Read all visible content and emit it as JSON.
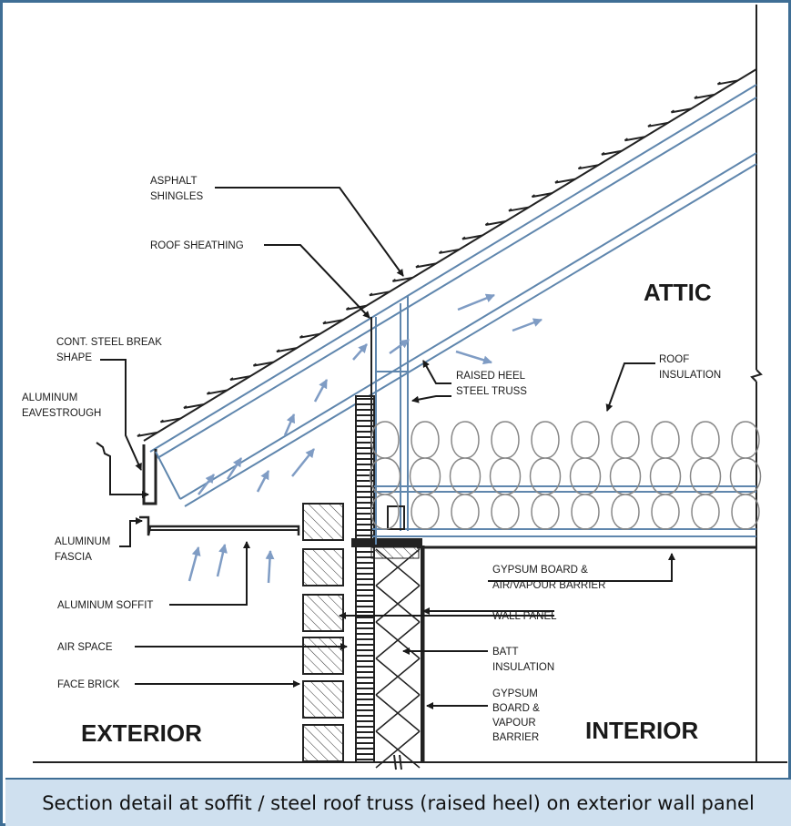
{
  "labels": {
    "asphalt_shingles": [
      "ASPHALT",
      "SHINGLES"
    ],
    "roof_sheathing": "ROOF SHEATHING",
    "steel_break": [
      "CONT. STEEL BREAK",
      "SHAPE"
    ],
    "eavestrough": [
      "ALUMINUM",
      "EAVESTROUGH"
    ],
    "fascia": [
      "ALUMINUM",
      "FASCIA"
    ],
    "soffit": "ALUMINUM SOFFIT",
    "air_space": "AIR SPACE",
    "face_brick": "FACE BRICK",
    "raised_heel": [
      "RAISED  HEEL",
      "STEEL TRUSS"
    ],
    "roof_insulation": [
      "ROOF",
      "INSULATION"
    ],
    "gypsum_ceiling": [
      "GYPSUM BOARD &",
      "AIR/VAPOUR BARRIER"
    ],
    "wall_panel": "WALL PANEL",
    "batt_insulation": [
      "BATT",
      "INSULATION"
    ],
    "gypsum_wall": [
      "GYPSUM",
      "BOARD &",
      "VAPOUR",
      "BARRIER"
    ]
  },
  "zones": {
    "attic": "ATTIC",
    "exterior": "EXTERIOR",
    "interior": "INTERIOR"
  },
  "caption": "Section detail at soffit / steel roof truss (raised heel) on exterior wall panel",
  "colors": {
    "frame": "#3f6e95",
    "caption_bg": "#cfe0ef",
    "steel": "#5f86ad",
    "airflow_arrow": "#7f9cc4",
    "ink": "#1a1a1a"
  }
}
